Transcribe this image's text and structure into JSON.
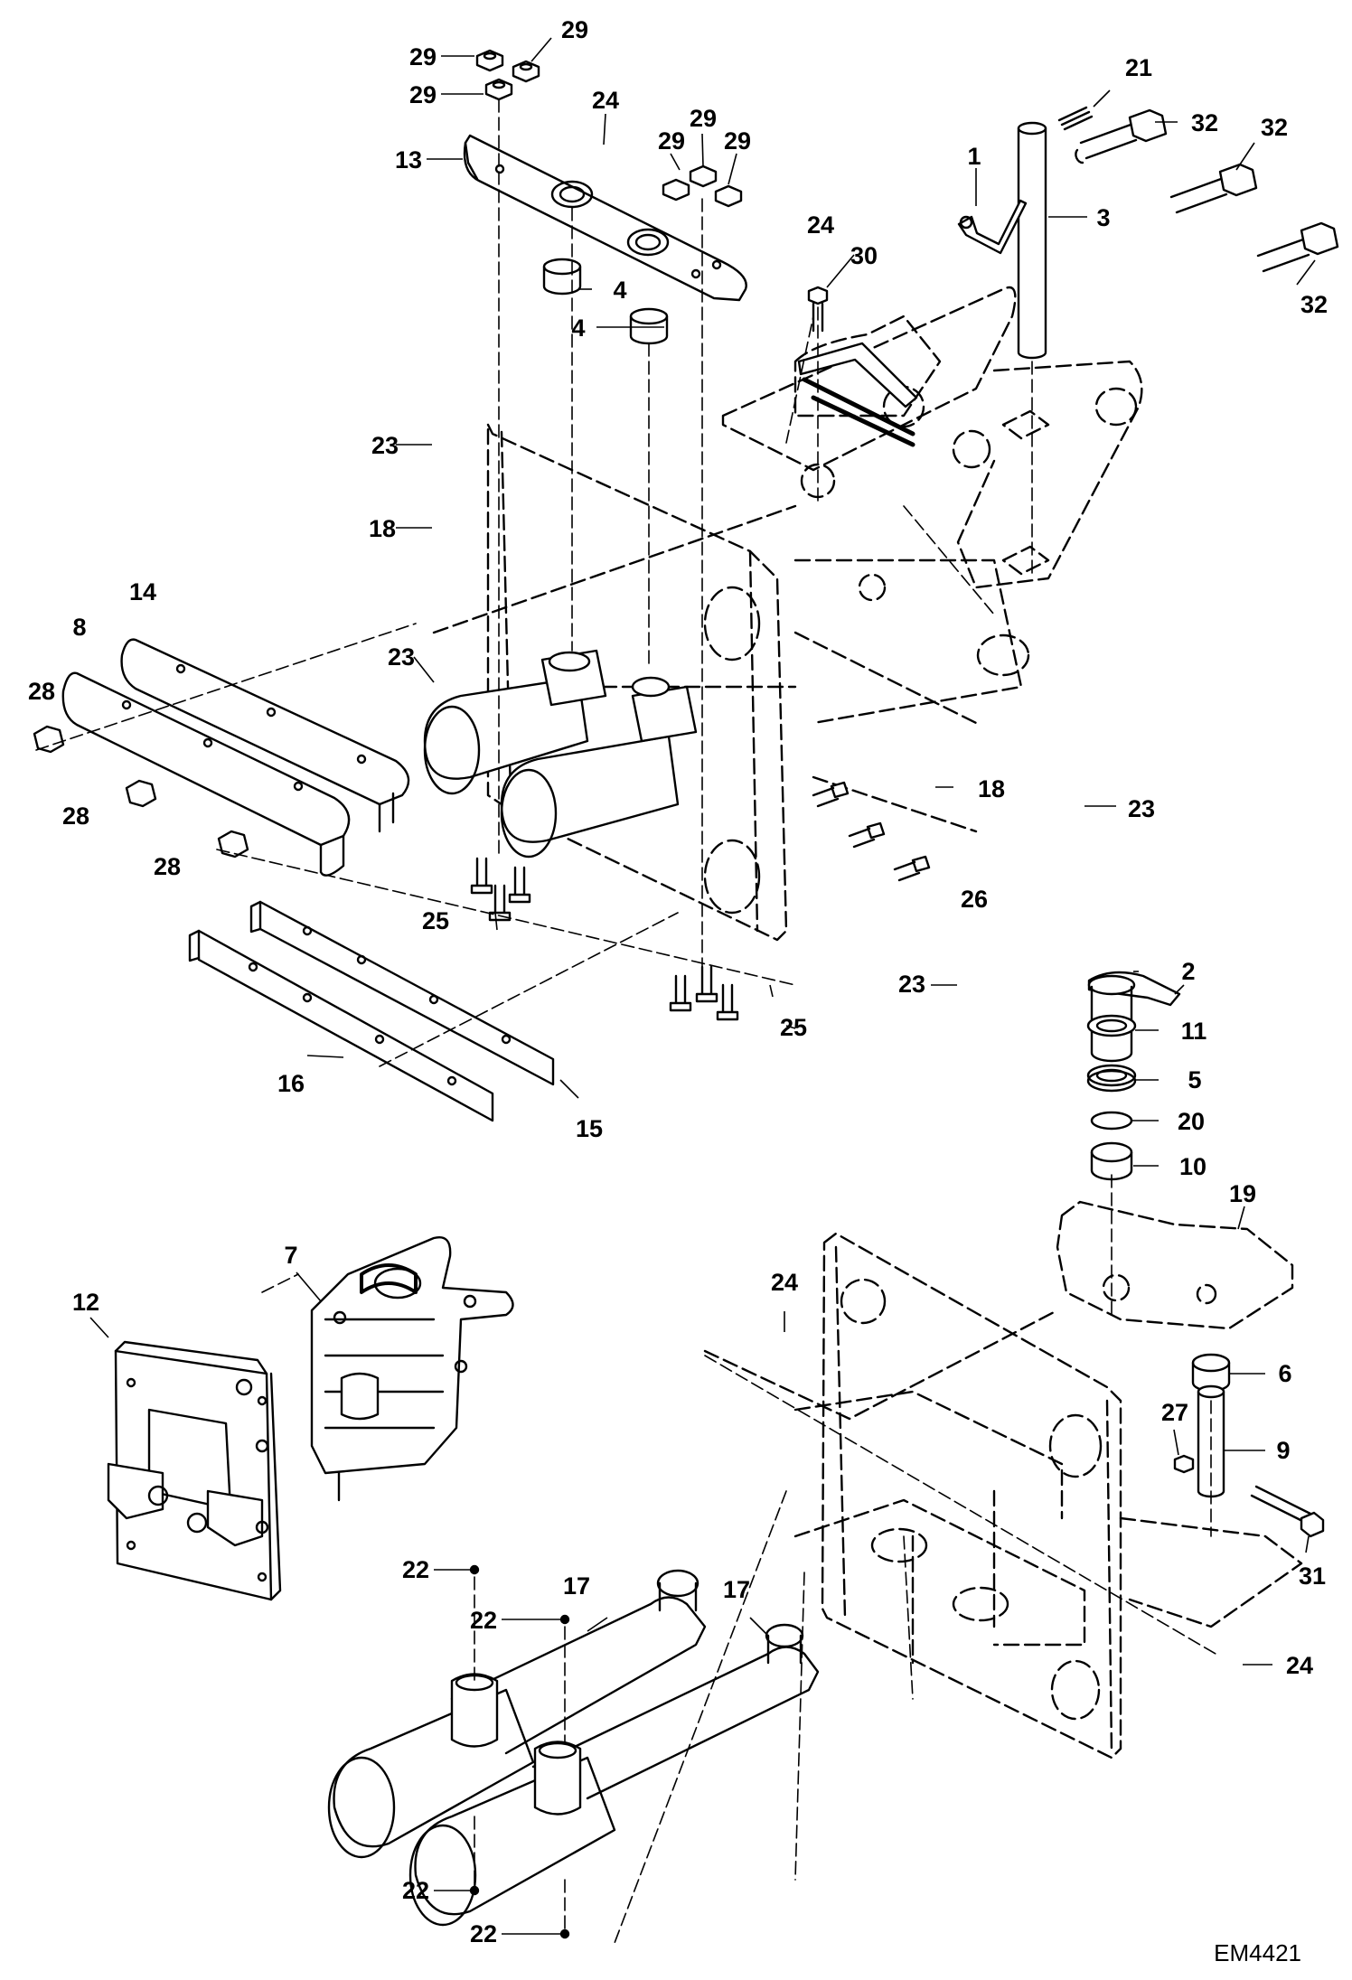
{
  "drawing_number": "EM4421",
  "callouts": [
    {
      "id": "c29a",
      "text": "29",
      "part": "nut"
    },
    {
      "id": "c29b",
      "text": "29",
      "part": "nut"
    },
    {
      "id": "c29c",
      "text": "29",
      "part": "nut"
    },
    {
      "id": "c29d",
      "text": "29",
      "part": "nut"
    },
    {
      "id": "c29e",
      "text": "29",
      "part": "nut"
    },
    {
      "id": "c29f",
      "text": "29",
      "part": "nut"
    },
    {
      "id": "c24a",
      "text": "24",
      "part": "grease-fitting"
    },
    {
      "id": "c24b",
      "text": "24",
      "part": "grease-fitting"
    },
    {
      "id": "c24c",
      "text": "24",
      "part": "grease-fitting"
    },
    {
      "id": "c24d",
      "text": "24",
      "part": "grease-fitting"
    },
    {
      "id": "c13",
      "text": "13",
      "part": "top-plate"
    },
    {
      "id": "c21",
      "text": "21",
      "part": "spring"
    },
    {
      "id": "c32a",
      "text": "32",
      "part": "bolt"
    },
    {
      "id": "c32b",
      "text": "32",
      "part": "bolt"
    },
    {
      "id": "c32c",
      "text": "32",
      "part": "bolt"
    },
    {
      "id": "c1",
      "text": "1",
      "part": "lynch-pin"
    },
    {
      "id": "c3",
      "text": "3",
      "part": "pin"
    },
    {
      "id": "c30",
      "text": "30",
      "part": "bolt"
    },
    {
      "id": "c4a",
      "text": "4",
      "part": "bushing"
    },
    {
      "id": "c4b",
      "text": "4",
      "part": "bushing"
    },
    {
      "id": "c23a",
      "text": "23",
      "part": "grease-fitting"
    },
    {
      "id": "c23b",
      "text": "23",
      "part": "grease-fitting"
    },
    {
      "id": "c23c",
      "text": "23",
      "part": "grease-fitting"
    },
    {
      "id": "c23d",
      "text": "23",
      "part": "grease-fitting"
    },
    {
      "id": "c18a",
      "text": "18",
      "part": "grease-fitting"
    },
    {
      "id": "c18b",
      "text": "18",
      "part": "grease-fitting"
    },
    {
      "id": "c14",
      "text": "14",
      "part": "wear-bar"
    },
    {
      "id": "c8",
      "text": "8",
      "part": "wear-bar"
    },
    {
      "id": "c28a",
      "text": "28",
      "part": "nut"
    },
    {
      "id": "c28b",
      "text": "28",
      "part": "nut"
    },
    {
      "id": "c28c",
      "text": "28",
      "part": "nut"
    },
    {
      "id": "c26",
      "text": "26",
      "part": "bolt"
    },
    {
      "id": "c25a",
      "text": "25",
      "part": "bolt"
    },
    {
      "id": "c25b",
      "text": "25",
      "part": "bolt"
    },
    {
      "id": "c16",
      "text": "16",
      "part": "wear-strip"
    },
    {
      "id": "c15",
      "text": "15",
      "part": "wear-strip"
    },
    {
      "id": "c2",
      "text": "2",
      "part": "pin"
    },
    {
      "id": "c11",
      "text": "11",
      "part": "washer"
    },
    {
      "id": "c5",
      "text": "5",
      "part": "seal"
    },
    {
      "id": "c20",
      "text": "20",
      "part": "o-ring"
    },
    {
      "id": "c10",
      "text": "10",
      "part": "bushing"
    },
    {
      "id": "c19",
      "text": "19",
      "part": "grease-fitting"
    },
    {
      "id": "c7",
      "text": "7",
      "part": "swing-casting-assembly"
    },
    {
      "id": "c12",
      "text": "12",
      "part": "mount-plate"
    },
    {
      "id": "c6",
      "text": "6",
      "part": "bushing"
    },
    {
      "id": "c9",
      "text": "9",
      "part": "pin"
    },
    {
      "id": "c27",
      "text": "27",
      "part": "nut"
    },
    {
      "id": "c31",
      "text": "31",
      "part": "bolt"
    },
    {
      "id": "c22a",
      "text": "22",
      "part": "plug"
    },
    {
      "id": "c22b",
      "text": "22",
      "part": "plug"
    },
    {
      "id": "c22c",
      "text": "22",
      "part": "plug"
    },
    {
      "id": "c22d",
      "text": "22",
      "part": "plug"
    },
    {
      "id": "c17a",
      "text": "17",
      "part": "swing-cylinder"
    },
    {
      "id": "c17b",
      "text": "17",
      "part": "swing-cylinder"
    }
  ]
}
